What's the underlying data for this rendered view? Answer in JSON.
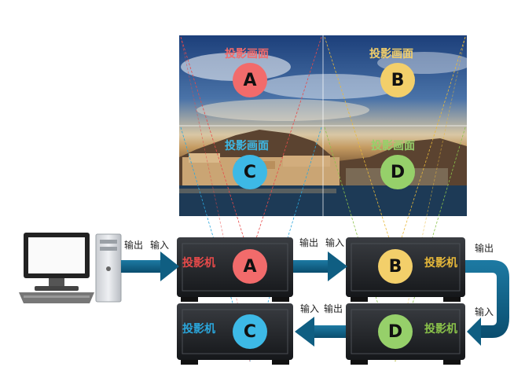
{
  "screen": {
    "quadrants": [
      {
        "label": "投影画面",
        "letter": "A",
        "color": "#f26b6b"
      },
      {
        "label": "投影画面",
        "letter": "B",
        "color": "#f3cf6a"
      },
      {
        "label": "投影画面",
        "letter": "C",
        "color": "#3db9e6"
      },
      {
        "label": "投影画面",
        "letter": "D",
        "color": "#96d06a"
      }
    ]
  },
  "projectors": [
    {
      "label": "投影机",
      "letter": "A",
      "color": "#f26b6b"
    },
    {
      "label": "投影机",
      "letter": "B",
      "color": "#f3cf6a"
    },
    {
      "label": "投影机",
      "letter": "C",
      "color": "#3db9e6"
    },
    {
      "label": "投影机",
      "letter": "D",
      "color": "#96d06a"
    }
  ],
  "ports": {
    "output": "输出",
    "input": "输入"
  },
  "colors": {
    "label_a": "#e84a4a",
    "label_b": "#e8b93a",
    "label_c": "#2aa7dd",
    "label_d": "#8bc34a",
    "signal_arrow": "#0f5e82"
  }
}
